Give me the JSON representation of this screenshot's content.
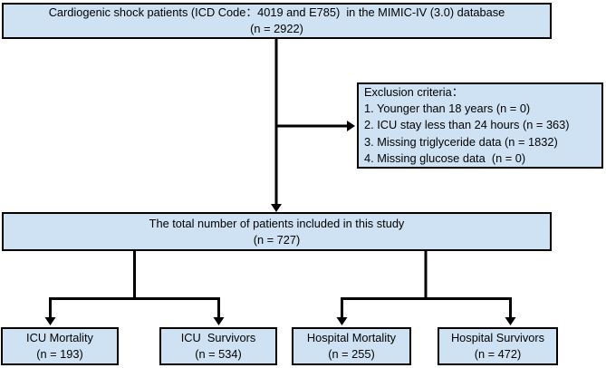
{
  "title_box": {
    "line1": "Cardiogenic shock patients (ICD Code：4019 and E785)  in the MIMIC-IV (3.0) database",
    "line2": "(n = 2922)"
  },
  "exclusion_box": {
    "title": "Exclusion criteria：",
    "items": [
      "1. Younger than 18 years (n = 0)",
      "2. ICU stay less than 24 hours (n = 363)",
      "3. Missing triglyceride data (n = 1832)",
      "4. Missing glucose data  (n = 0)"
    ]
  },
  "total_box": {
    "line1": "The total number of patients included in this study",
    "line2": "(n = 727)"
  },
  "outcome_boxes": [
    {
      "line1": "ICU Mortality",
      "line2": "(n = 193)"
    },
    {
      "line1": "ICU  Survivors",
      "line2": "(n = 534)"
    },
    {
      "line1": "Hospital Mortality",
      "line2": "(n = 255)"
    },
    {
      "line1": "Hospital Survivors",
      "line2": "(n = 472)"
    }
  ],
  "colors": {
    "box_fill": "#cfe2f3",
    "box_border": "#000000",
    "line_color": "#000000"
  }
}
